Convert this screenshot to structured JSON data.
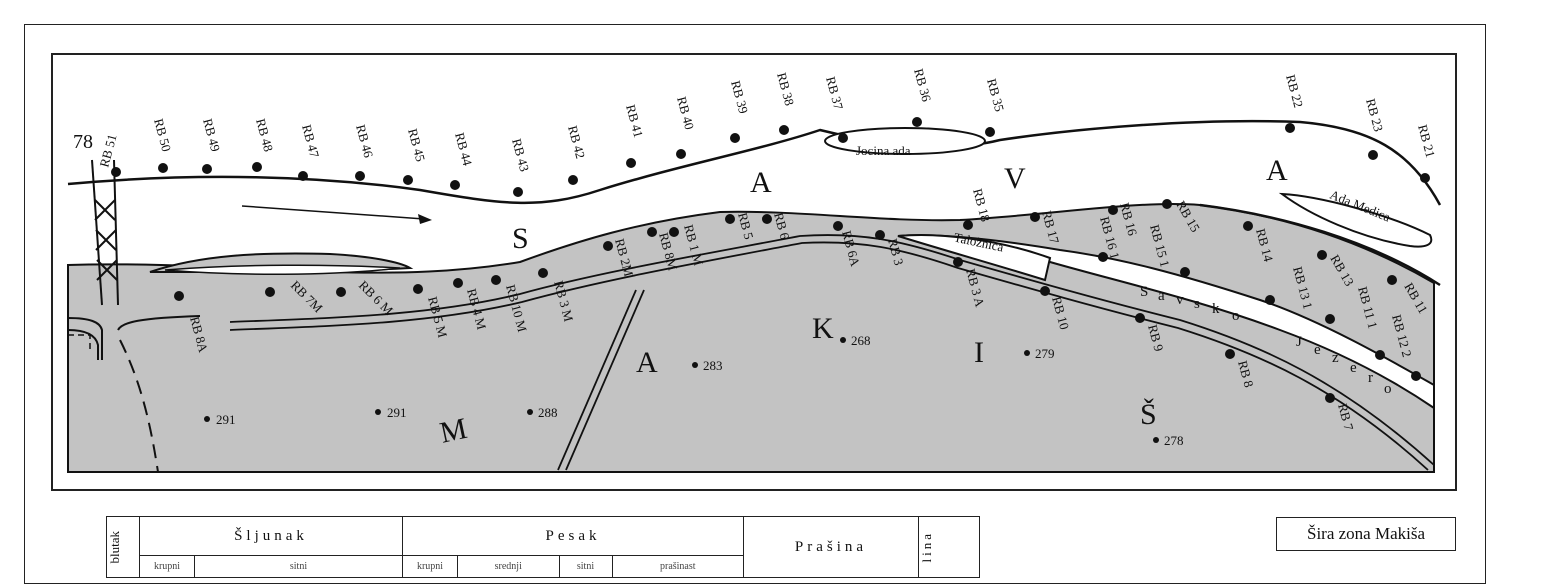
{
  "map": {
    "edge_label": "78",
    "river_letters": [
      "S",
      "A",
      "V",
      "A"
    ],
    "land_letters": [
      "M",
      "A",
      "K",
      "I",
      "Š"
    ],
    "islands": [
      "Jocina ada",
      "Ada Medica"
    ],
    "basin": "Taložnica",
    "lake_letters": [
      "S",
      "a",
      "v",
      "s",
      "k",
      "o",
      "J",
      "e",
      "z",
      "e",
      "r",
      "o"
    ],
    "elevations": [
      "291",
      "291",
      "288",
      "283",
      "268",
      "279",
      "278"
    ],
    "stations": {
      "top": [
        "RB 51",
        "RB 50",
        "RB 49",
        "RB 48",
        "RB 47",
        "RB 46",
        "RB 45",
        "RB 44",
        "RB 43",
        "RB 42",
        "RB 41",
        "RB 40",
        "RB 39",
        "RB 38",
        "RB 37",
        "RB 36",
        "RB 35",
        "RB 22",
        "RB 23",
        "RB 21"
      ],
      "middle": [
        "RB 2M",
        "RB 8M",
        "RB 1 M",
        "RB 5",
        "RB 6",
        "RB 6A",
        "RB 3",
        "RB 18",
        "RB 17",
        "RB 16 1",
        "RB 16",
        "RB 15 1",
        "RB 15",
        "RB 14",
        "RB 13 1",
        "RB 13",
        "RB 11 1",
        "RB 12 2",
        "RB 11"
      ],
      "bottom": [
        "RB 8A",
        "RB 7M",
        "RB 6 M",
        "RB 5 M",
        "RB 4 M",
        "RB 10 M",
        "RB 3 M",
        "RB 3 A",
        "RB 10",
        "RB 9",
        "RB 8",
        "RB 7"
      ]
    }
  },
  "zone_label": "Šira zona Makiša",
  "legend": {
    "col_first": "blutak",
    "gravel": "Šljunak",
    "sand": "Pesak",
    "dust": "Prašina",
    "clay": "lina",
    "sub_partial": [
      "krupni",
      "sitni",
      "krupni",
      "srednji",
      "sitni",
      "prašinast"
    ]
  }
}
